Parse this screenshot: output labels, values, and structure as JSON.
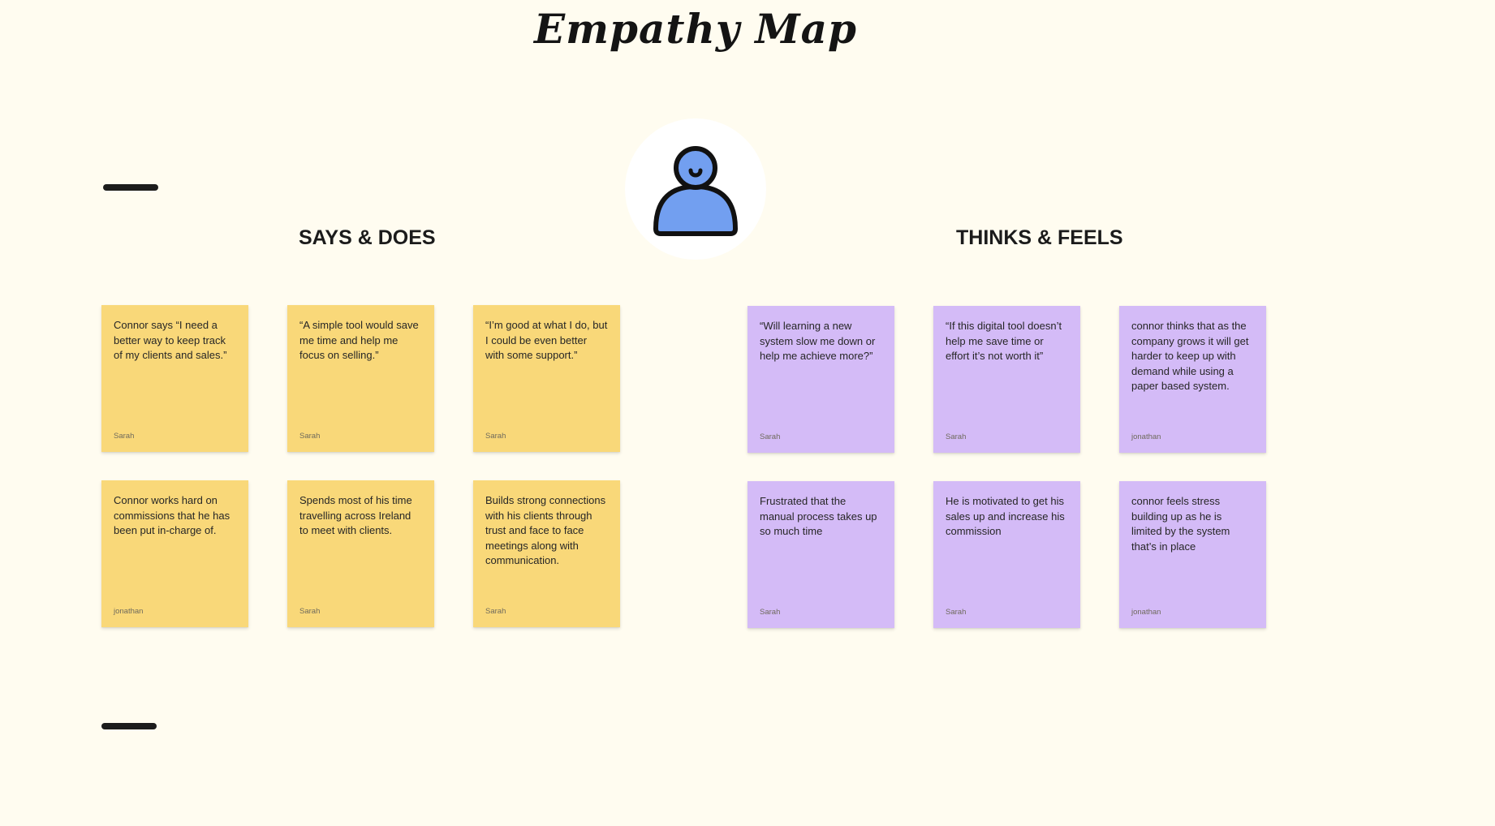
{
  "board": {
    "title": "Empathy Map",
    "avatar_icon": "person-icon",
    "colors": {
      "background": "#fffcf0",
      "yellow_sticky": "#f9d879",
      "purple_sticky": "#d4bbf7",
      "avatar_fill": "#729ff0"
    }
  },
  "says_does": {
    "heading": "SAYS & DOES",
    "notes": [
      {
        "text": "Connor says “I need a better way to keep track of my clients and sales.”",
        "author": "Sarah"
      },
      {
        "text": " “A simple tool would save me time and help me focus on selling.”",
        "author": "Sarah"
      },
      {
        "text": "“I’m good at what I do, but I could be even better with some support.”",
        "author": "Sarah"
      },
      {
        "text": "Connor works hard on commissions that he has been put in-charge of.",
        "author": "jonathan"
      },
      {
        "text": "Spends most of his time travelling across Ireland to meet with clients.",
        "author": "Sarah"
      },
      {
        "text": "Builds strong connections with his clients through trust and face to face meetings along with communication.",
        "author": "Sarah"
      }
    ]
  },
  "thinks_feels": {
    "heading": "THINKS & FEELS",
    "notes": [
      {
        "text": "“Will learning a new system slow me down or help me achieve more?”",
        "author": "Sarah"
      },
      {
        "text": "“If this digital tool doesn’t help me save time or effort it’s not worth it”",
        "author": "Sarah"
      },
      {
        "text": "connor thinks that as the company grows it will get harder to keep up with demand while using a paper based system.",
        "author": "jonathan"
      },
      {
        "text": "Frustrated that the manual process takes up so much time",
        "author": "Sarah"
      },
      {
        "text": "He is motivated to get his sales up and increase his commission",
        "author": "Sarah"
      },
      {
        "text": "connor feels stress building up as he is limited by the system that’s in place",
        "author": "jonathan"
      }
    ]
  }
}
